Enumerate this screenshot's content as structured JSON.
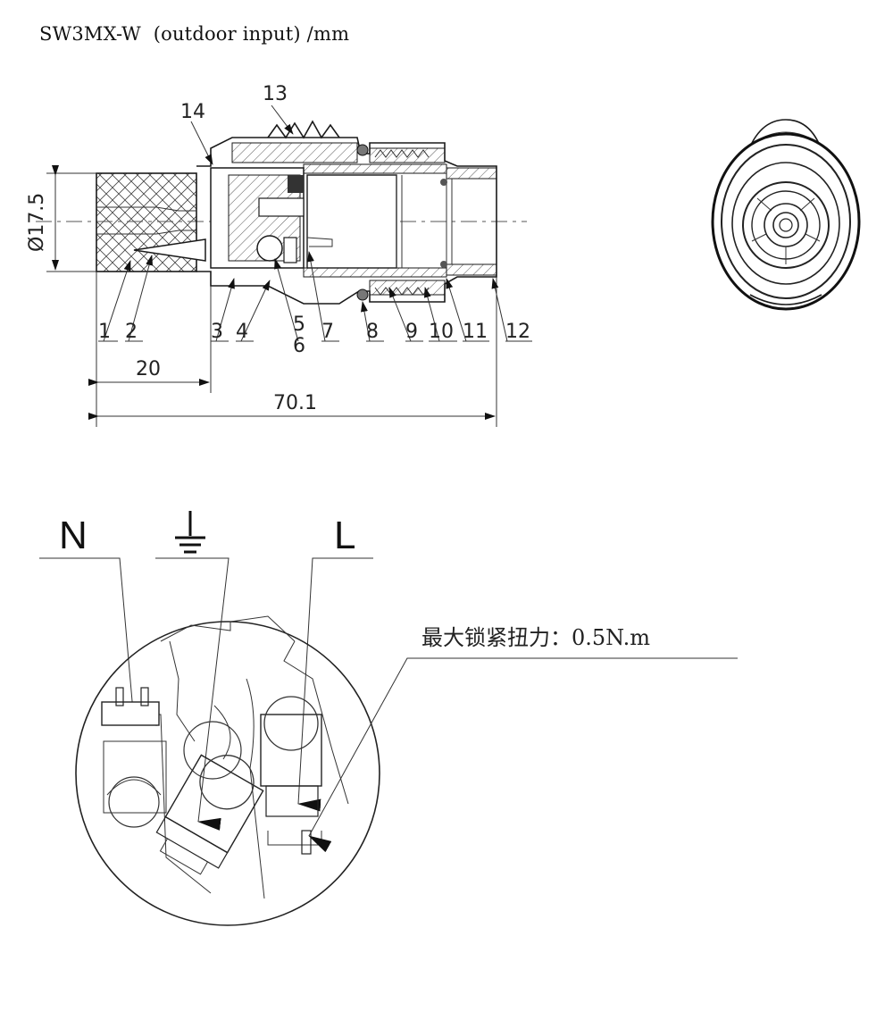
{
  "title": "SW3MX-W  (outdoor input) /mm",
  "callouts": [
    "1",
    "2",
    "3",
    "4",
    "5",
    "6",
    "7",
    "8",
    "9",
    "10",
    "11",
    "12",
    "13",
    "14"
  ],
  "dimensions": {
    "diameter": "Ø17.5",
    "length_partial": "20",
    "length_total": "70.1"
  },
  "pins": {
    "neutral": "N",
    "live": "L",
    "ground_icon": "ground-symbol"
  },
  "torque_note": "最大锁紧扭力：0.5N.m"
}
